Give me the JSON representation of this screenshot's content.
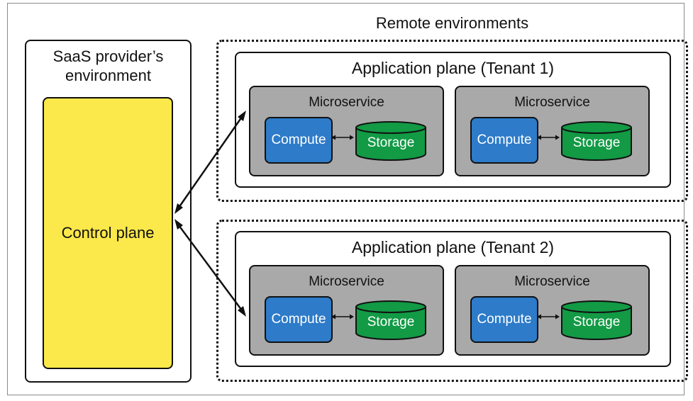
{
  "provider": {
    "title_line1": "SaaS provider’s",
    "title_line2": "environment",
    "control_plane": "Control plane"
  },
  "remote": {
    "title": "Remote environments",
    "tenants": [
      {
        "title": "Application plane (Tenant 1)",
        "microservices": [
          {
            "title": "Microservice",
            "compute": "Compute",
            "storage": "Storage"
          },
          {
            "title": "Microservice",
            "compute": "Compute",
            "storage": "Storage"
          }
        ]
      },
      {
        "title": "Application plane (Tenant 2)",
        "microservices": [
          {
            "title": "Microservice",
            "compute": "Compute",
            "storage": "Storage"
          },
          {
            "title": "Microservice",
            "compute": "Compute",
            "storage": "Storage"
          }
        ]
      }
    ]
  },
  "colors": {
    "control_plane": "#fbe84a",
    "compute": "#2d7bc9",
    "storage": "#129a45",
    "microservice_bg": "#a9a9a9"
  }
}
